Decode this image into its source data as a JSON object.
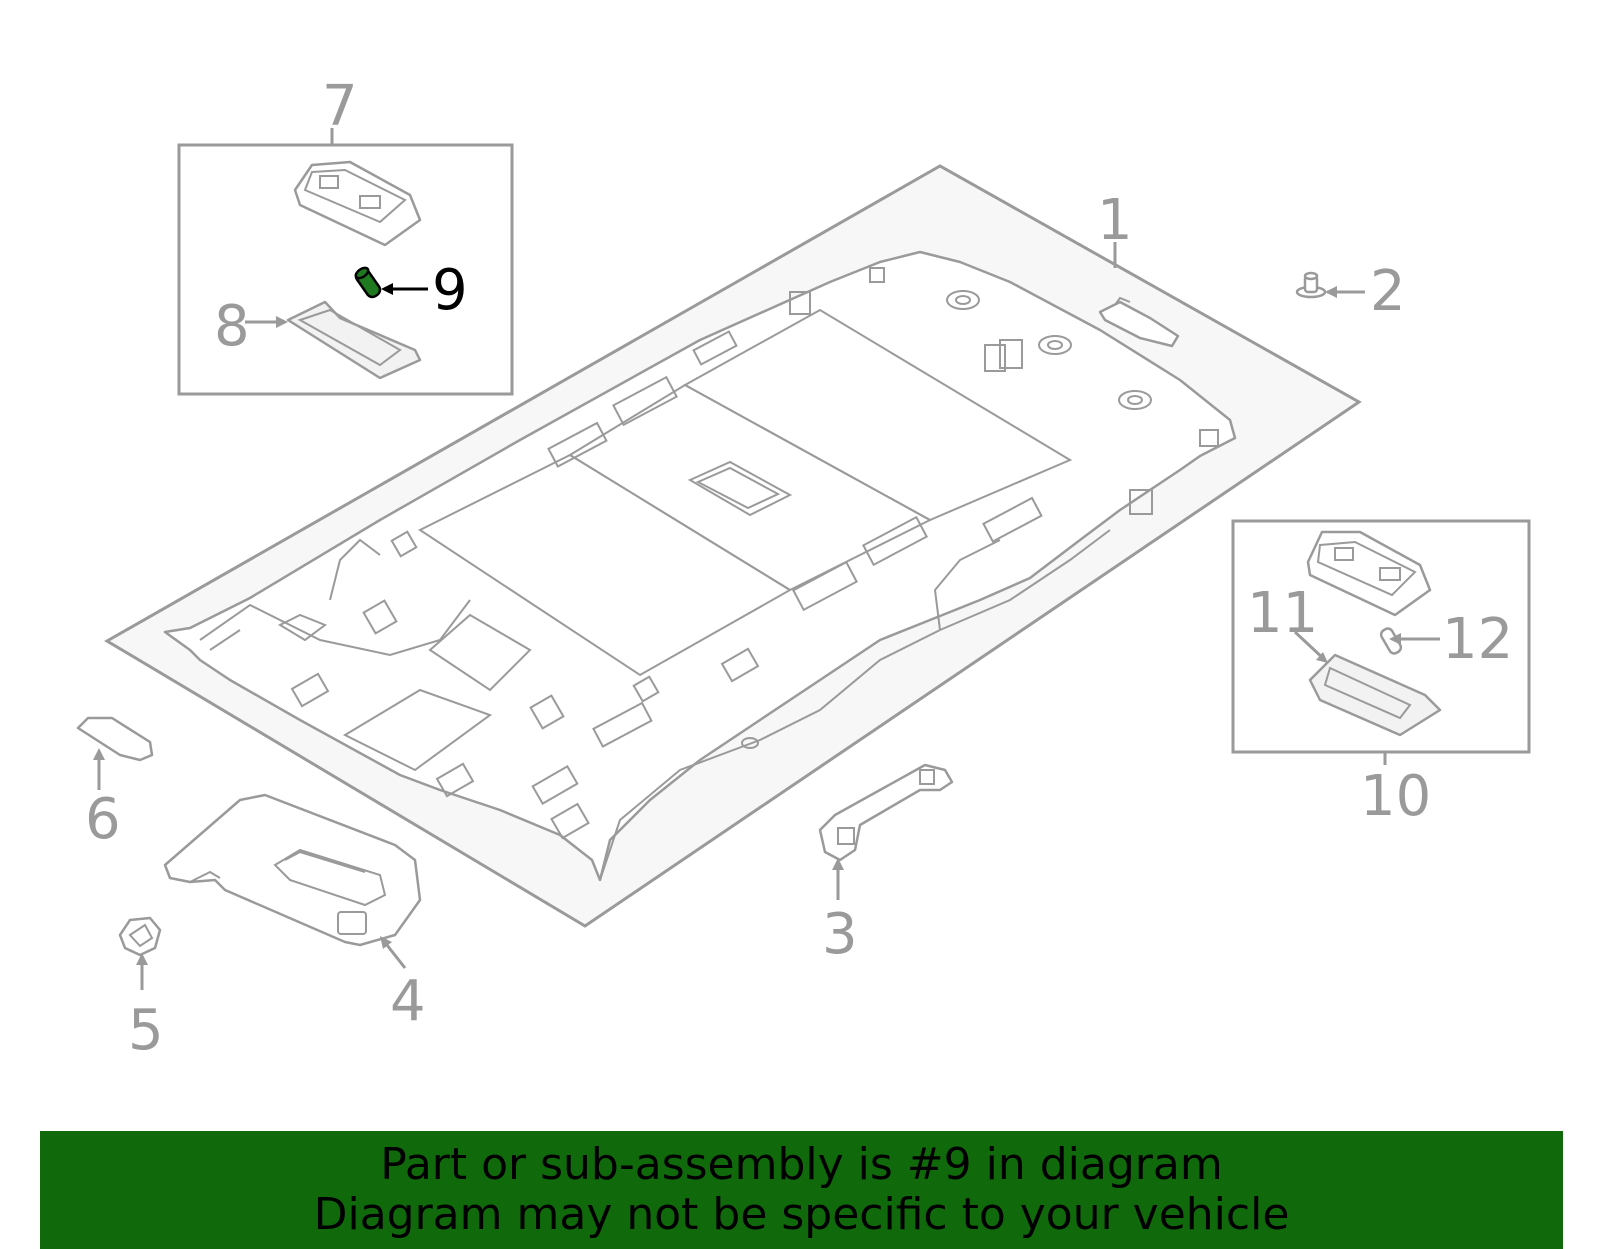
{
  "callouts": {
    "c1": "1",
    "c2": "2",
    "c3": "3",
    "c4": "4",
    "c5": "5",
    "c6": "6",
    "c7": "7",
    "c8": "8",
    "c9": "9",
    "c10": "10",
    "c11": "11",
    "c12": "12"
  },
  "highlighted_part": "9",
  "colors": {
    "line": "#9a9a9a",
    "highlight_part": "#1f7a1f",
    "banner_bg": "#106a0b",
    "banner_text": "#000000"
  },
  "banner": {
    "line1": "Part or sub-assembly is #9 in diagram",
    "line2": "Diagram may not be specific to your vehicle"
  }
}
